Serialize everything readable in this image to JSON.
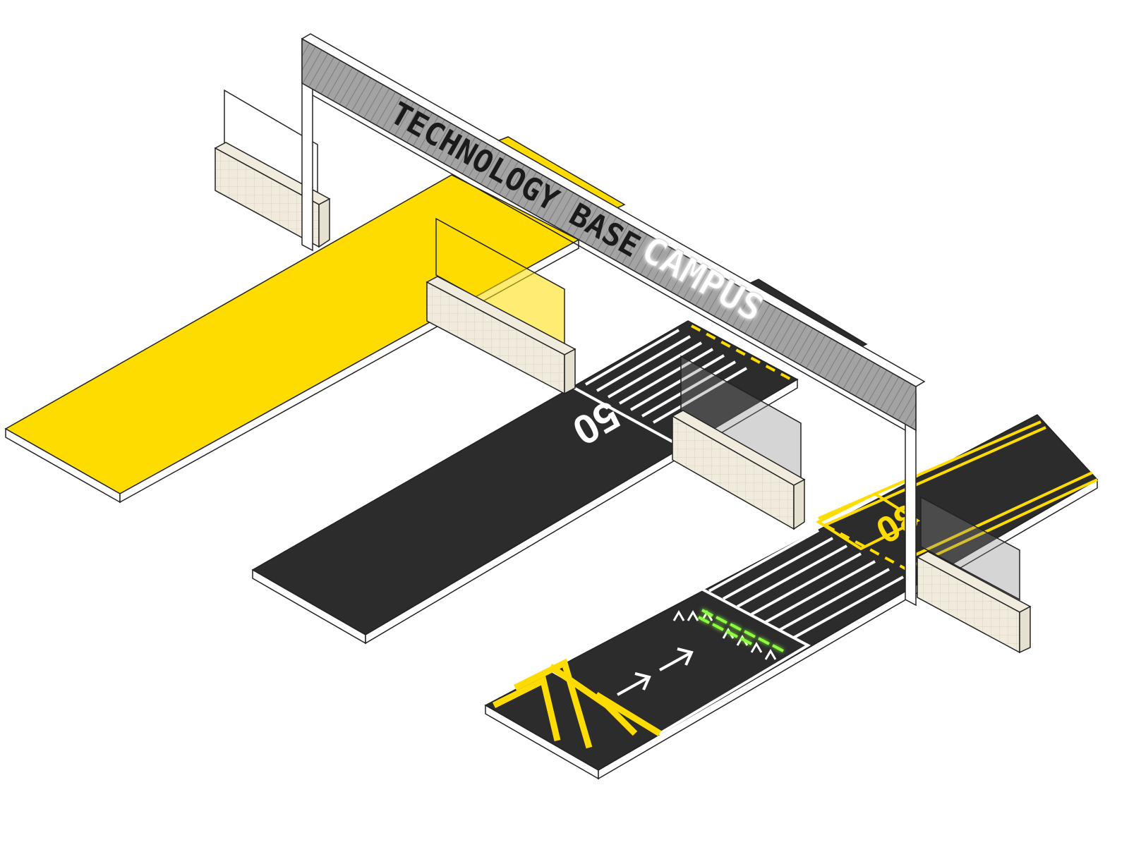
{
  "sign": {
    "line1": "TECHNOLOGY BASE",
    "line2": "CAMPUS"
  },
  "roads": {
    "speed_limit_middle": "50",
    "speed_limit_right": "30"
  },
  "colors": {
    "yellow": "#FFDC00",
    "asphalt": "#2C2C2C",
    "barrier": "#F0EBDD",
    "gantry": "#9A9A9A",
    "glow_green": "#8CFF3C",
    "white": "#FFFFFF"
  }
}
